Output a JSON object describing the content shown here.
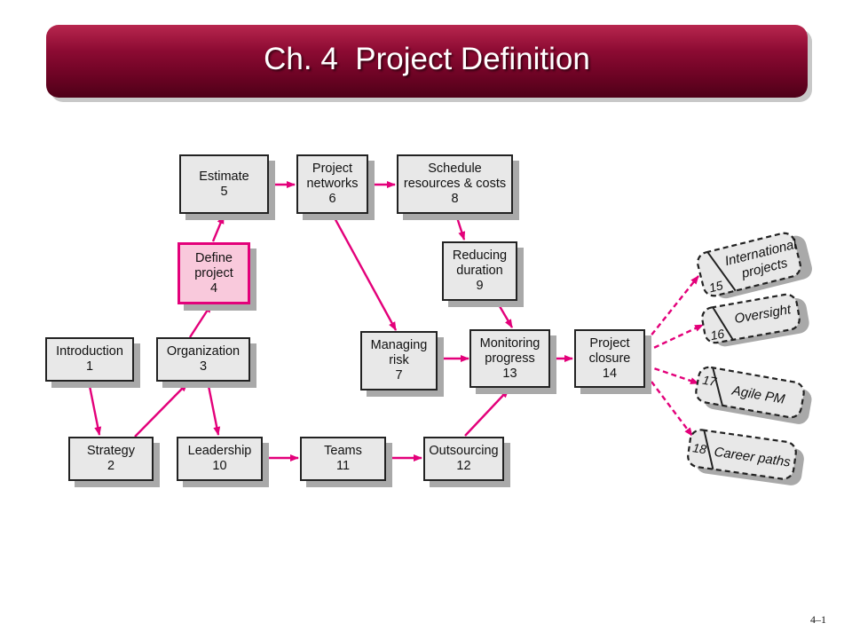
{
  "title": "Ch. 4  Project Definition",
  "slide_number": "4–1",
  "colors": {
    "title_bar": "#8d0b33",
    "arrow": "#e3007a",
    "highlight_fill": "#f9c9dc",
    "box_fill": "#e8e8e8"
  },
  "nodes": {
    "n1": {
      "label": "Introduction",
      "number": "1"
    },
    "n2": {
      "label": "Strategy",
      "number": "2"
    },
    "n3": {
      "label": "Organization",
      "number": "3"
    },
    "n4": {
      "label1": "Define",
      "label2": "project",
      "number": "4"
    },
    "n5": {
      "label": "Estimate",
      "number": "5"
    },
    "n6": {
      "label1": "Project",
      "label2": "networks",
      "number": "6"
    },
    "n7": {
      "label1": "Managing",
      "label2": "risk",
      "number": "7"
    },
    "n8": {
      "label1": "Schedule",
      "label2": "resources & costs",
      "number": "8"
    },
    "n9": {
      "label1": "Reducing",
      "label2": "duration",
      "number": "9"
    },
    "n10": {
      "label": "Leadership",
      "number": "10"
    },
    "n11": {
      "label": "Teams",
      "number": "11"
    },
    "n12": {
      "label": "Outsourcing",
      "number": "12"
    },
    "n13": {
      "label1": "Monitoring",
      "label2": "progress",
      "number": "13"
    },
    "n14": {
      "label1": "Project",
      "label2": "closure",
      "number": "14"
    }
  },
  "future_topics": [
    {
      "number": "15",
      "label1": "International",
      "label2": "projects"
    },
    {
      "number": "16",
      "label1": "Oversight"
    },
    {
      "number": "17",
      "label1": "Agile PM"
    },
    {
      "number": "18",
      "label1": "Career paths"
    }
  ]
}
